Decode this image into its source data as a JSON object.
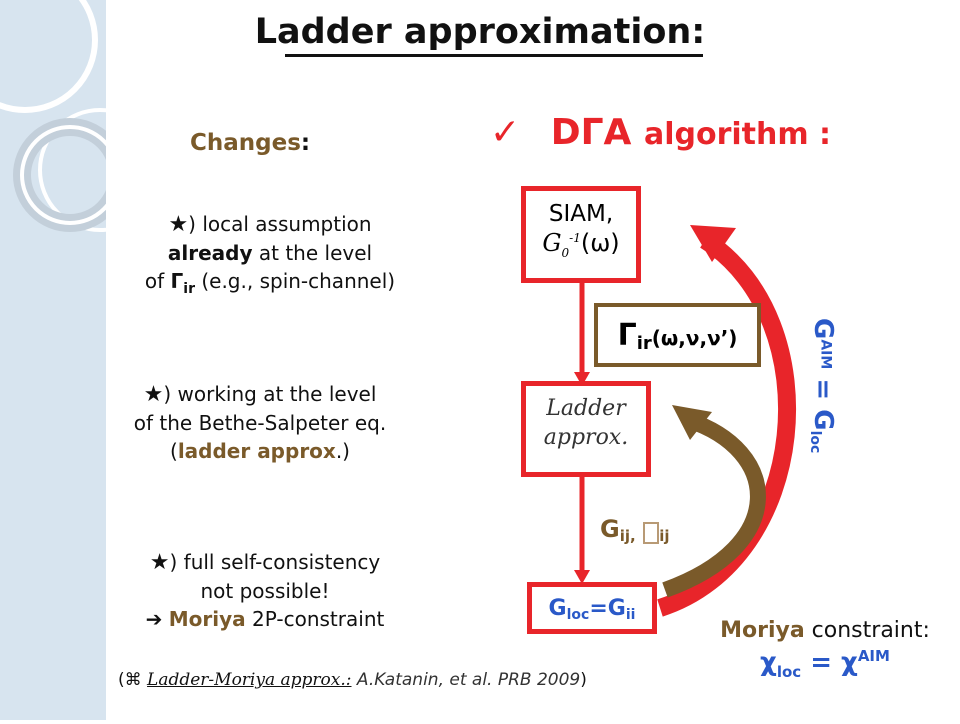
{
  "title": "Ladder approximation",
  "title_colon": ":",
  "changes": {
    "label": "Changes",
    "colon": ":"
  },
  "bullets": [
    {
      "star": "★",
      "paren": ")",
      "line1": " local assumption",
      "bold": "already",
      "line2": " at the level",
      "line3a": "of ",
      "gamma": "Γ",
      "gamma_sub": "ir",
      "line3b": " (e.g., spin-channel",
      "line3c": ")"
    },
    {
      "star": "★",
      "paren": ")",
      "line1": " working at the level",
      "line2": "of the Bethe-Salpeter  eq.",
      "line3a": "(",
      "bold": "ladder approx",
      "line3b": ".)"
    },
    {
      "star": "★",
      "paren": ")",
      "line1": "  full self-consistency",
      "line2": "not possible!",
      "arrow": "➔",
      "moriya": "Moriya",
      "line3": " 2P-constraint"
    }
  ],
  "reference": {
    "open": "(",
    "cmd": "⌘",
    "italic": "Ladder-Moriya approx.:",
    "authors": "  A.Katanin, et al.  PRB 2009",
    "close": ")"
  },
  "algorithm": {
    "check": "✓",
    "dga": "DΓA",
    "label": "algorithm :"
  },
  "siam_box": {
    "line1": "SIAM,",
    "g0": "G",
    "g0_sup": "0",
    "exp": "-1",
    "omega": "(ω)"
  },
  "gamma_box": {
    "gamma": "Γ",
    "sub": "ir",
    "args": "(ω,ν,ν’)"
  },
  "ladder_box": {
    "line1": "Ladder",
    "line2": "approx."
  },
  "gloc_box": {
    "g": "G",
    "loc": "loc",
    "eq": "=G",
    "ii": "ii"
  },
  "g_label": {
    "g": "G",
    "ij": "ij,",
    "sym": "",
    "ij2": "ij"
  },
  "vertical_label": {
    "g": "G",
    "aim": "AIM",
    "eq": " = G",
    "loc": "loc"
  },
  "moriya_constraint": {
    "moriya": "Moriya",
    "rest": " constraint:",
    "chi": "χ",
    "loc": "loc",
    "eq": " = χ",
    "aim": "AIM"
  },
  "colors": {
    "red": "#e8252a",
    "brown": "#7a5a2a",
    "blue": "#2a59c8",
    "sidebar": "#d7e4ef"
  }
}
